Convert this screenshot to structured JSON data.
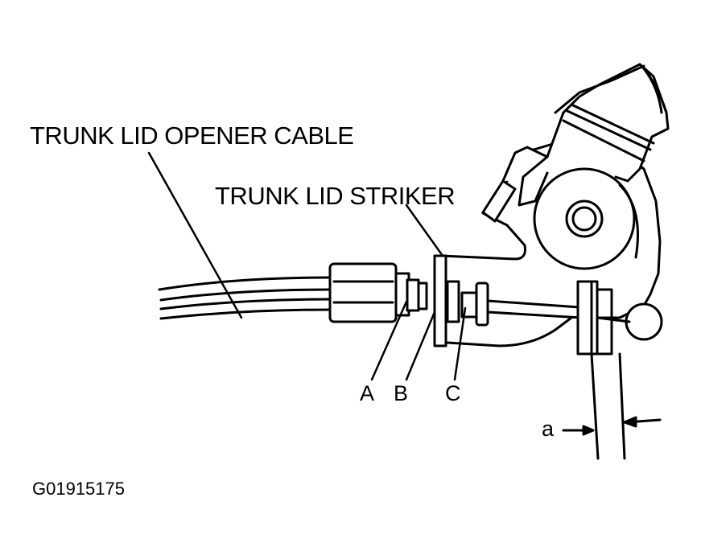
{
  "labels": {
    "cable": "TRUNK LID OPENER CABLE",
    "striker": "TRUNK LID STRIKER",
    "a_letter": "A",
    "b_letter": "B",
    "c_letter": "C",
    "gap": "a",
    "figure_code": "G01915175"
  },
  "colors": {
    "ink": "#000000",
    "paper": "#ffffff"
  }
}
